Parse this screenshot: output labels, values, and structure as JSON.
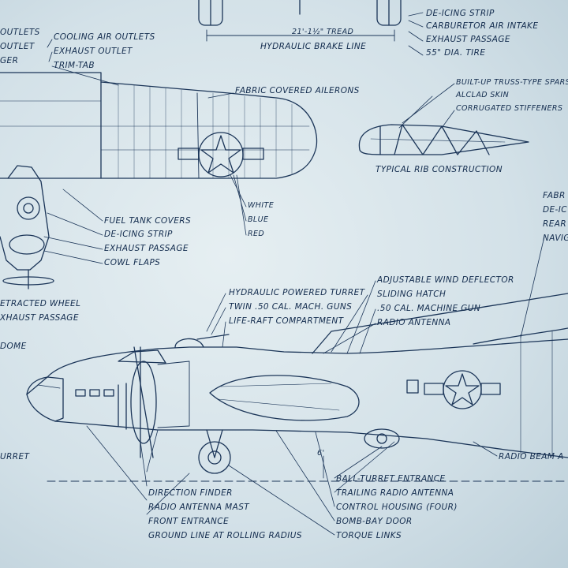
{
  "labels": {
    "cooling_outlets_left": "Outlets",
    "exhaust_left": "Outlet",
    "left_er": "ger",
    "cooling_air_outlets": "Cooling Air Outlets",
    "exhaust_outlet": "Exhaust Outlet",
    "trim_tab": "Trim-Tab",
    "fabric_ailerons": "Fabric Covered Ailerons",
    "deicing_strip_top": "De-Icing Strip",
    "carburetor_intake": "Carburetor Air Intake",
    "exhaust_passage_top": "Exhaust Passage",
    "tire": "55\" Dia. Tire",
    "tread": "21'-1½\"  Tread",
    "hydraulic_brake": "Hydraulic Brake Line",
    "truss_spars": "Built-Up Truss-Type Spars",
    "alclad_skin": "Alclad Skin",
    "corrugated": "Corrugated Stiffeners",
    "rib_title": "Typical Rib Construction",
    "white": "White",
    "blue": "Blue",
    "red": "Red",
    "fuel_tank": "Fuel Tank Covers",
    "deicing_strip_mid": "De-Icing Strip",
    "exhaust_passage_mid": "Exhaust Passage",
    "cowl_flaps": "Cowl Flaps",
    "fabric_right": "Fabr",
    "deice_right": "De-Ic",
    "rear_right": "Rear",
    "navig_right": "Navig",
    "retracted_wheel": "etracted Wheel",
    "exhaust_left2": "xhaust Passage",
    "dome": "Dome",
    "turret_left": "urret",
    "hyd_turret": "Hydraulic Powered Turret",
    "twin_guns": "Twin .50 Cal. Mach. Guns",
    "life_raft": "Life-Raft Compartment",
    "wind_deflector": "Adjustable Wind Deflector",
    "sliding_hatch": "Sliding Hatch",
    "mg50": ".50 Cal. Machine Gun",
    "radio_antenna": "Radio Antenna",
    "radio_beam": "Radio Beam A",
    "ground_clear": "6'",
    "direction_finder": "Direction Finder",
    "radio_mast": "Radio Antenna Mast",
    "front_entrance": "Front Entrance",
    "ground_line": "Ground Line At Rolling Radius",
    "ball_turret": "Ball-Turret Entrance",
    "trailing_antenna": "Trailing Radio Antenna",
    "control_housing": "Control Housing (Four)",
    "bomb_bay": "Bomb-Bay Door",
    "torque_links": "Torque Links"
  },
  "colors": {
    "ink": "#132c4e",
    "paper": "#dbe7ec"
  }
}
